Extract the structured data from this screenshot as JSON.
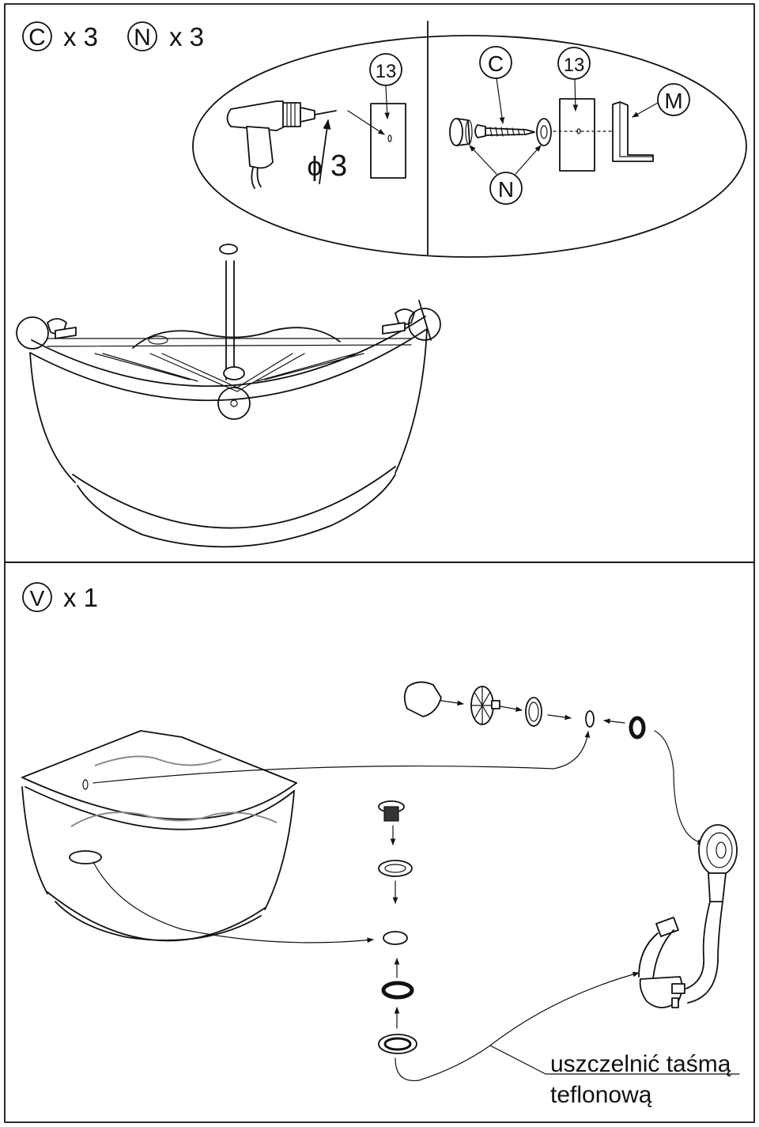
{
  "panel_top": {
    "part_c": {
      "letter": "C",
      "qty": "x 3"
    },
    "part_n": {
      "letter": "N",
      "qty": "x 3"
    },
    "drill_size": "3",
    "drill_symbol": "ϕ",
    "label_13_left": "13",
    "label_c_callout": "C",
    "label_13_right": "13",
    "label_m": "M",
    "label_n_callout": "N"
  },
  "panel_bottom": {
    "part_v": {
      "letter": "V",
      "qty": "x 1"
    },
    "note_line1": "uszczelnić taśmą",
    "note_line2": "teflonową"
  }
}
